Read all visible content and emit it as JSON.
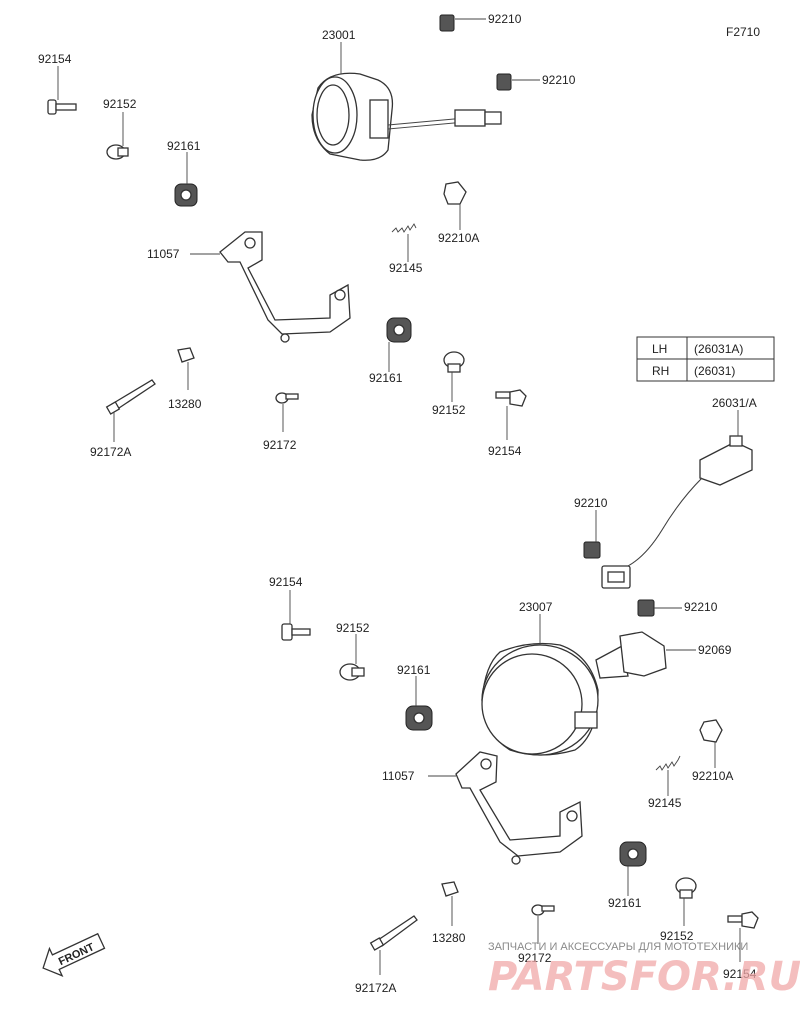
{
  "figure_code": "F2710",
  "table": {
    "rows": [
      {
        "side": "LH",
        "part": "(26031A)"
      },
      {
        "side": "RH",
        "part": "(26031)"
      }
    ]
  },
  "labels": {
    "upper": {
      "lamp": "23001",
      "clip_top": "92210",
      "clip_right": "92210",
      "bolt_left": "92154",
      "collar_left": "92152",
      "grommet_left": "92161",
      "bracket": "11057",
      "spring": "92145",
      "nut": "92210A",
      "grommet_right": "92161",
      "collar_right": "92152",
      "bolt_right": "92154",
      "nut_small": "13280",
      "long_bolt": "92172A",
      "screw": "92172"
    },
    "harness": {
      "harness": "26031/A",
      "clip": "92210"
    },
    "lower": {
      "bolt_left": "92154",
      "collar_left": "92152",
      "grommet_left": "92161",
      "lamp": "23007",
      "clip": "92210",
      "bulb": "92069",
      "nut": "92210A",
      "spring": "92145",
      "bracket": "11057",
      "grommet_right": "92161",
      "collar_right": "92152",
      "bolt_right": "92154",
      "nut_small": "13280",
      "screw": "92172",
      "long_bolt": "92172A"
    }
  },
  "front_arrow": "FRONT",
  "watermark": {
    "tagline": "ЗАПЧАСТИ И АКСЕССУАРЫ ДЛЯ МОТОТЕХНИКИ",
    "brand": "PARTSFOR.RU"
  }
}
